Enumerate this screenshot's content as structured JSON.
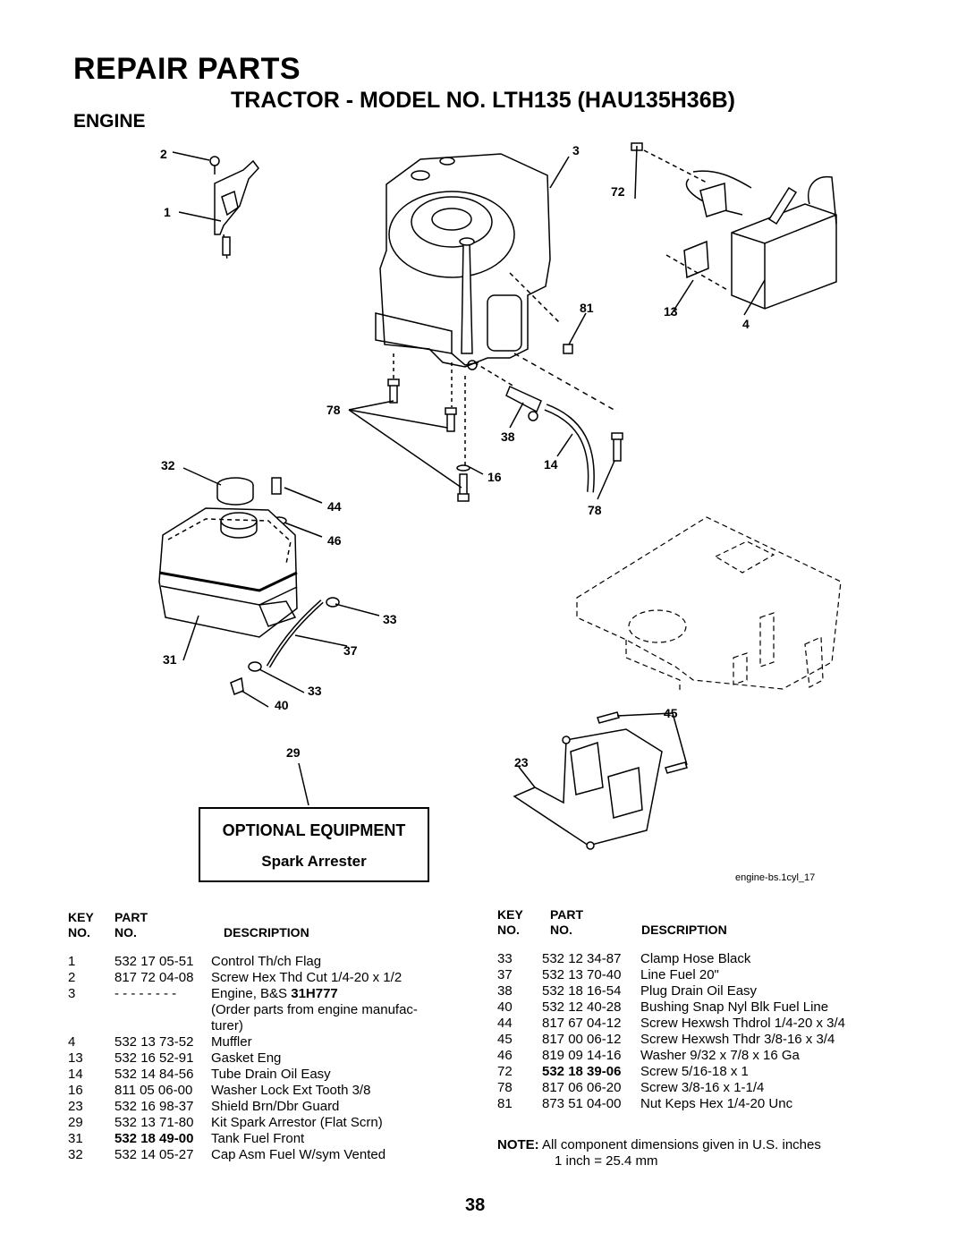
{
  "header": {
    "title": "REPAIR PARTS",
    "subtitle": "TRACTOR - MODEL NO. LTH135 (HAU135H36B)",
    "section": "ENGINE"
  },
  "diagram": {
    "callouts": {
      "c2": "2",
      "c1": "1",
      "c3": "3",
      "c72": "72",
      "c81": "81",
      "c13": "13",
      "c4": "4",
      "c78a": "78",
      "c38": "38",
      "c14": "14",
      "c16": "16",
      "c78b": "78",
      "c32": "32",
      "c44": "44",
      "c46": "46",
      "c33a": "33",
      "c37": "37",
      "c31": "31",
      "c33b": "33",
      "c40": "40",
      "c29": "29",
      "c45": "45",
      "c23": "23"
    },
    "optional_equipment": {
      "title": "OPTIONAL EQUIPMENT",
      "item": "Spark Arrester"
    },
    "figure_id": "engine-bs.1cyl_17"
  },
  "table_headers": {
    "key": "KEY",
    "no": "NO.",
    "part": "PART",
    "part_no": "NO.",
    "description": "DESCRIPTION"
  },
  "parts_left": [
    {
      "key": "1",
      "part": "532 17 05-51",
      "desc": "Control Th/ch Flag"
    },
    {
      "key": "2",
      "part": "817 72 04-08",
      "desc": "Screw Hex Thd Cut 1/4-20 x 1/2"
    },
    {
      "key": "3",
      "part": "- - - - - - - -",
      "desc": "Engine, B&S",
      "desc_bold": "31H777"
    },
    {
      "key": "",
      "part": "",
      "desc": "(Order parts from engine manufac-"
    },
    {
      "key": "",
      "part": "",
      "desc": "turer)"
    },
    {
      "key": "4",
      "part": "532 13 73-52",
      "desc": "Muffler"
    },
    {
      "key": "13",
      "part": "532 16 52-91",
      "desc": "Gasket Eng"
    },
    {
      "key": "14",
      "part": "532 14 84-56",
      "desc": "Tube Drain Oil Easy"
    },
    {
      "key": "16",
      "part": "811 05 06-00",
      "desc": "Washer Lock Ext Tooth 3/8"
    },
    {
      "key": "23",
      "part": "532 16 98-37",
      "desc": "Shield Brn/Dbr Guard"
    },
    {
      "key": "29",
      "part": "532 13 71-80",
      "desc": "Kit Spark Arrestor (Flat Scrn)"
    },
    {
      "key": "31",
      "part": "532 18 49-00",
      "desc": "Tank Fuel Front",
      "part_bold": true
    },
    {
      "key": "32",
      "part": "532 14 05-27",
      "desc": "Cap Asm Fuel W/sym Vented"
    }
  ],
  "parts_right": [
    {
      "key": "33",
      "part": "532 12 34-87",
      "desc": "Clamp Hose Black"
    },
    {
      "key": "37",
      "part": "532 13 70-40",
      "desc": "Line Fuel 20\""
    },
    {
      "key": "38",
      "part": "532 18 16-54",
      "desc": "Plug Drain Oil Easy"
    },
    {
      "key": "40",
      "part": "532 12 40-28",
      "desc": "Bushing Snap Nyl Blk Fuel Line"
    },
    {
      "key": "44",
      "part": "817 67 04-12",
      "desc": "Screw Hexwsh Thdrol 1/4-20 x 3/4"
    },
    {
      "key": "45",
      "part": "817 00 06-12",
      "desc": "Screw Hexwsh Thdr 3/8-16 x 3/4"
    },
    {
      "key": "46",
      "part": "819 09 14-16",
      "desc": "Washer 9/32 x 7/8 x 16 Ga"
    },
    {
      "key": "72",
      "part": "532 18 39-06",
      "desc": "Screw 5/16-18 x 1",
      "part_bold": true
    },
    {
      "key": "78",
      "part": "817 06 06-20",
      "desc": "Screw 3/8-16 x 1-1/4"
    },
    {
      "key": "81",
      "part": "873 51 04-00",
      "desc": "Nut Keps Hex 1/4-20 Unc"
    }
  ],
  "note": {
    "label": "NOTE:",
    "line1": "All component dimensions given in U.S. inches",
    "line2": "1 inch = 25.4 mm"
  },
  "page_number": "38"
}
